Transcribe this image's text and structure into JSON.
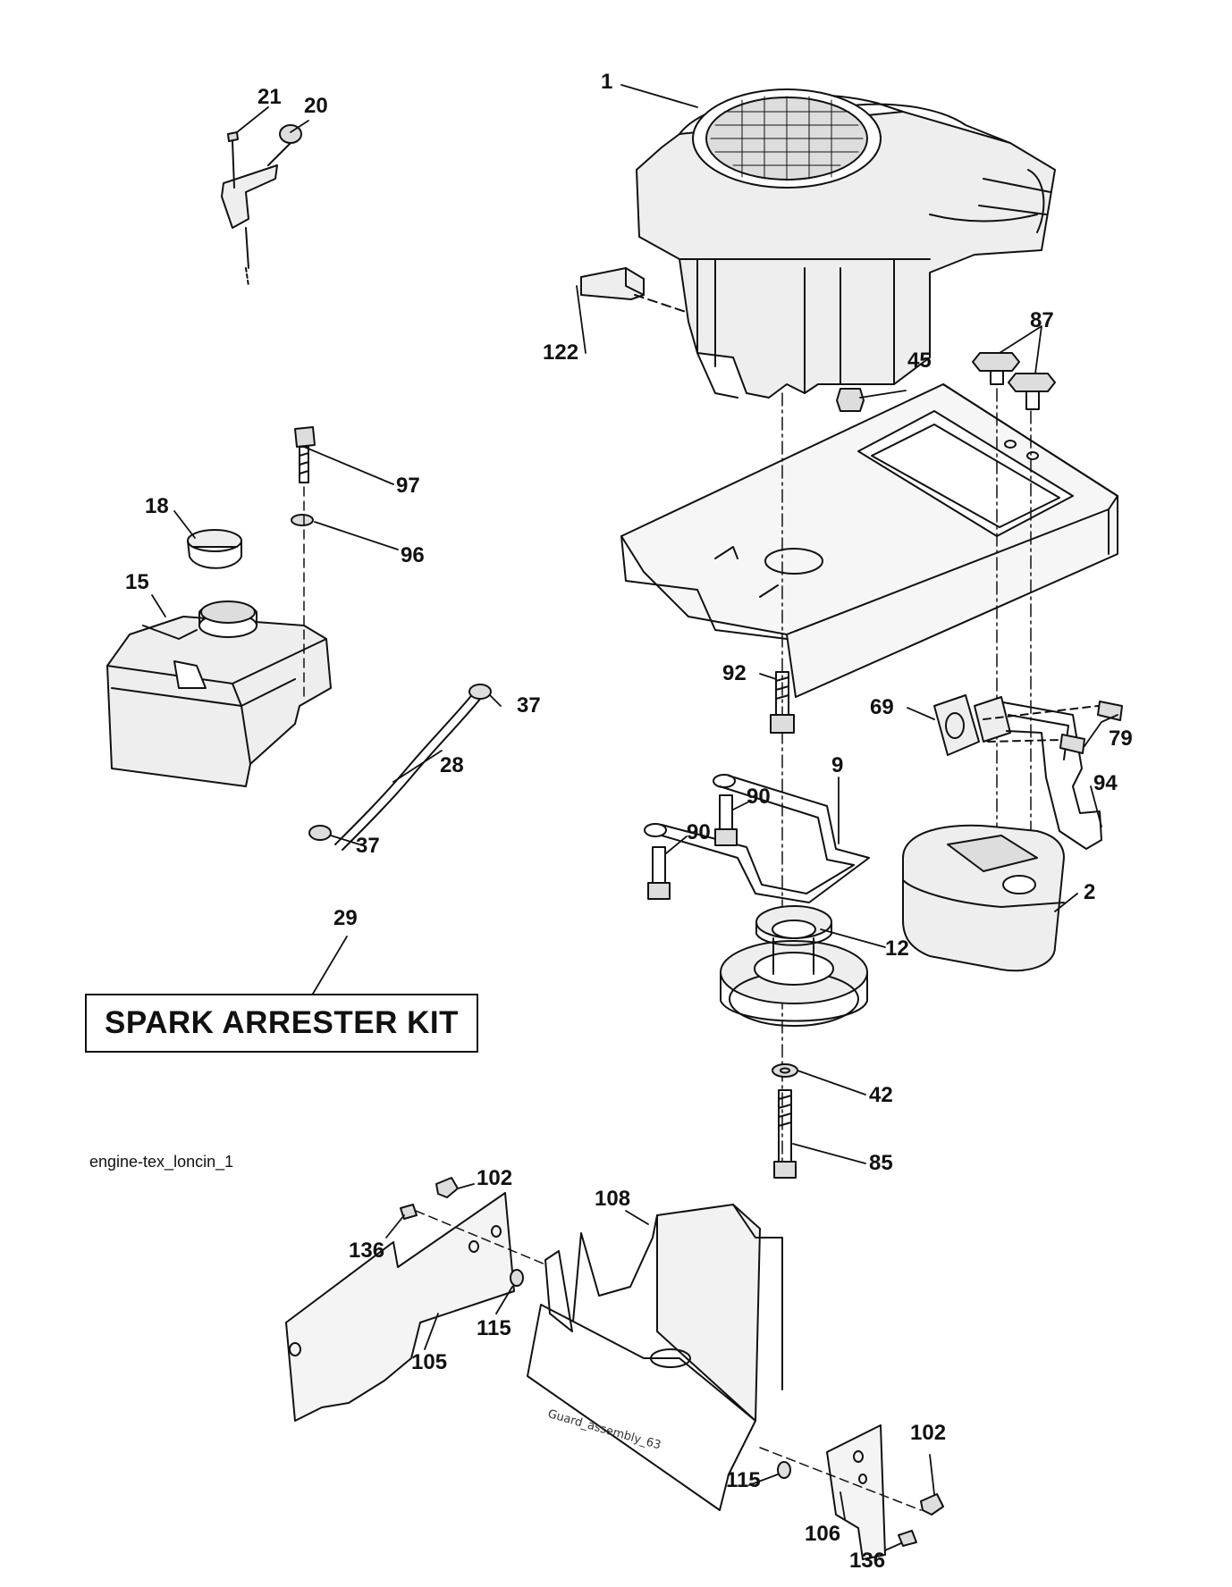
{
  "callouts": {
    "c1": "1",
    "c2": "2",
    "c9": "9",
    "c12": "12",
    "c15": "15",
    "c18": "18",
    "c20": "20",
    "c21": "21",
    "c28": "28",
    "c29": "29",
    "c37a": "37",
    "c37b": "37",
    "c42": "42",
    "c45": "45",
    "c69": "69",
    "c79": "79",
    "c85": "85",
    "c87": "87",
    "c90a": "90",
    "c90b": "90",
    "c92": "92",
    "c94": "94",
    "c96": "96",
    "c97": "97",
    "c102a": "102",
    "c102b": "102",
    "c105": "105",
    "c106": "106",
    "c108": "108",
    "c115a": "115",
    "c115b": "115",
    "c122": "122",
    "c136a": "136",
    "c136b": "136"
  },
  "kit_label": "SPARK ARRESTER KIT",
  "diagram_id": "engine-tex_loncin_1",
  "guard_label": "Guard_assembly_63"
}
